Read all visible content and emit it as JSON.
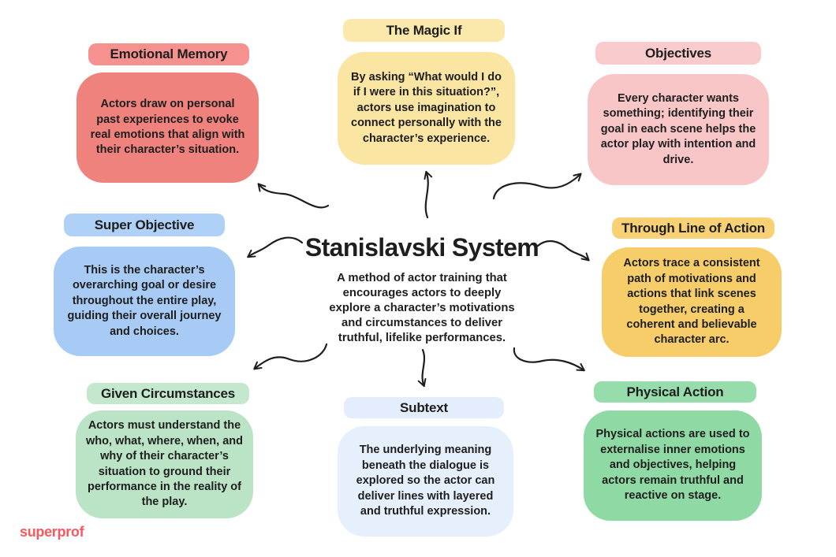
{
  "page": {
    "background": "#FFFFFF",
    "text_color": "#1E1E1E"
  },
  "center": {
    "title": "Stanislavski System",
    "description": "A method of actor training that encourages actors to deeply explore a character’s motivations and circumstances to deliver truthful, lifelike performances."
  },
  "nodes": [
    {
      "id": "emotional-memory",
      "title": "Emotional Memory",
      "body": "Actors draw on personal past experiences to evoke real emotions that align with their character’s situation.",
      "header_color": "#F5918E",
      "body_color": "#F0827E"
    },
    {
      "id": "magic-if",
      "title": "The Magic If",
      "body": "By asking “What would I do if I were in this situation?”, actors use imagination to connect personally with the character’s experience.",
      "header_color": "#FBE9AC",
      "body_color": "#FAE5A2"
    },
    {
      "id": "objectives",
      "title": "Objectives",
      "body": "Every character wants something; identifying their goal in each scene helps the actor play with intention and drive.",
      "header_color": "#FACBCD",
      "body_color": "#F9C6C8"
    },
    {
      "id": "super-objective",
      "title": "Super Objective",
      "body": "This is the character’s overarching goal or desire throughout the entire play, guiding their overall journey and choices.",
      "header_color": "#AFD1F7",
      "body_color": "#A7CBF4"
    },
    {
      "id": "through-line-of-action",
      "title": "Through Line of Action",
      "body": "Actors trace a consistent path of motivations and actions that link scenes together, creating a coherent and believable character arc.",
      "header_color": "#F8D175",
      "body_color": "#F6CD69"
    },
    {
      "id": "given-circumstances",
      "title": "Given Circumstances",
      "body": "Actors must understand the who, what, where, when, and why of their character’s situation to ground their performance in the reality of the play.",
      "header_color": "#C3E8CD",
      "body_color": "#BAE4C5"
    },
    {
      "id": "subtext",
      "title": "Subtext",
      "body": "The underlying meaning beneath the dialogue is explored so the actor can deliver lines with layered and truthful expression.",
      "header_color": "#E3EDFB",
      "body_color": "#E6F0FD"
    },
    {
      "id": "physical-action",
      "title": "Physical Action",
      "body": "Physical actions are used to externalise inner emotions and objectives, helping actors remain truthful and reactive on stage.",
      "header_color": "#97DDAB",
      "body_color": "#8FD9A4"
    }
  ],
  "arrows": {
    "color": "#1E1E1E",
    "targets": [
      "emotional-memory",
      "magic-if",
      "objectives",
      "super-objective",
      "through-line-of-action",
      "given-circumstances",
      "subtext",
      "physical-action"
    ]
  },
  "footer": {
    "logo_text": "superprof",
    "logo_color": "#F9585E"
  }
}
